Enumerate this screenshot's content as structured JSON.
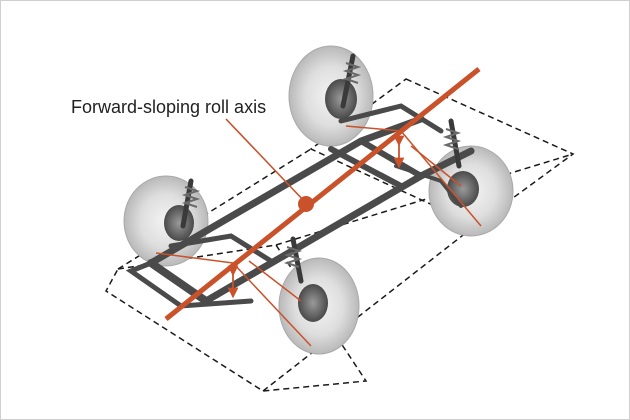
{
  "annotation": {
    "label": "Forward-sloping roll axis"
  },
  "colors": {
    "axis": "#c9522b",
    "outline": "#1a1a1a",
    "tire": "#d8d8d8",
    "chassis": "#5a5a5a",
    "background": "#ffffff"
  },
  "icons": [
    "roll-axis-line",
    "roll-center-dot",
    "suspension-travel-arrow",
    "wheel",
    "chassis-frame"
  ]
}
